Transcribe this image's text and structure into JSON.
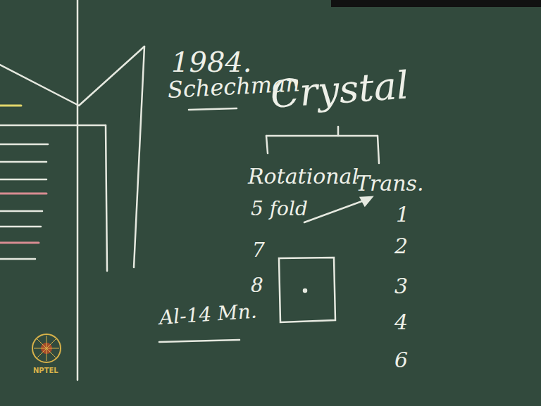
{
  "diagram": {
    "labels": [
      "1984.",
      "Schechman",
      "Crystal",
      "Rotational",
      "Trans.",
      "5 fold",
      "7",
      "8",
      "1",
      "2",
      "3",
      "4",
      "6",
      "Al-14 Mn.",
      "NPTEL"
    ]
  }
}
